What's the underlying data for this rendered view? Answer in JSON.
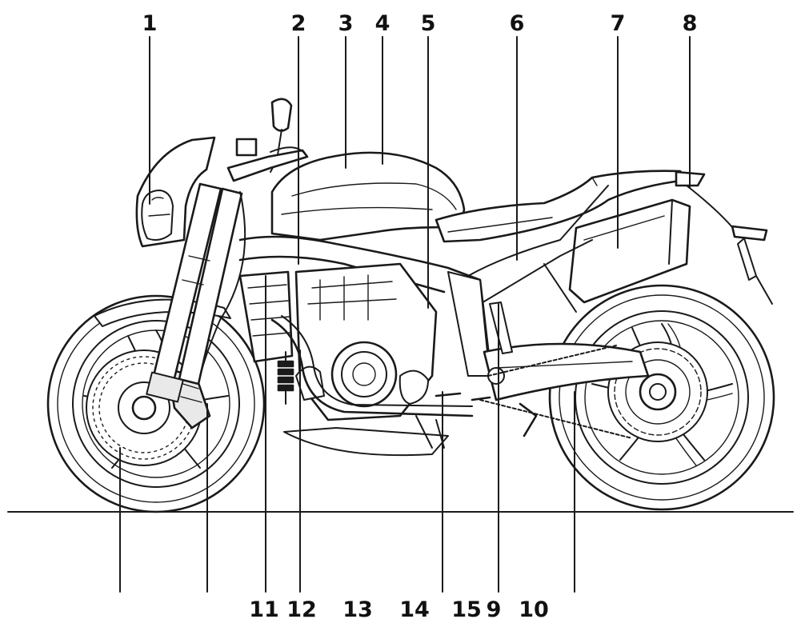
{
  "callouts_top": [
    "1",
    "2",
    "3",
    "4",
    "5",
    "6",
    "7",
    "8"
  ],
  "callouts_bottom": [
    "11",
    "12",
    "13",
    "14",
    "15",
    "9",
    "10"
  ],
  "colors": {
    "ink": "#1a1a1a",
    "background": "#ffffff"
  }
}
